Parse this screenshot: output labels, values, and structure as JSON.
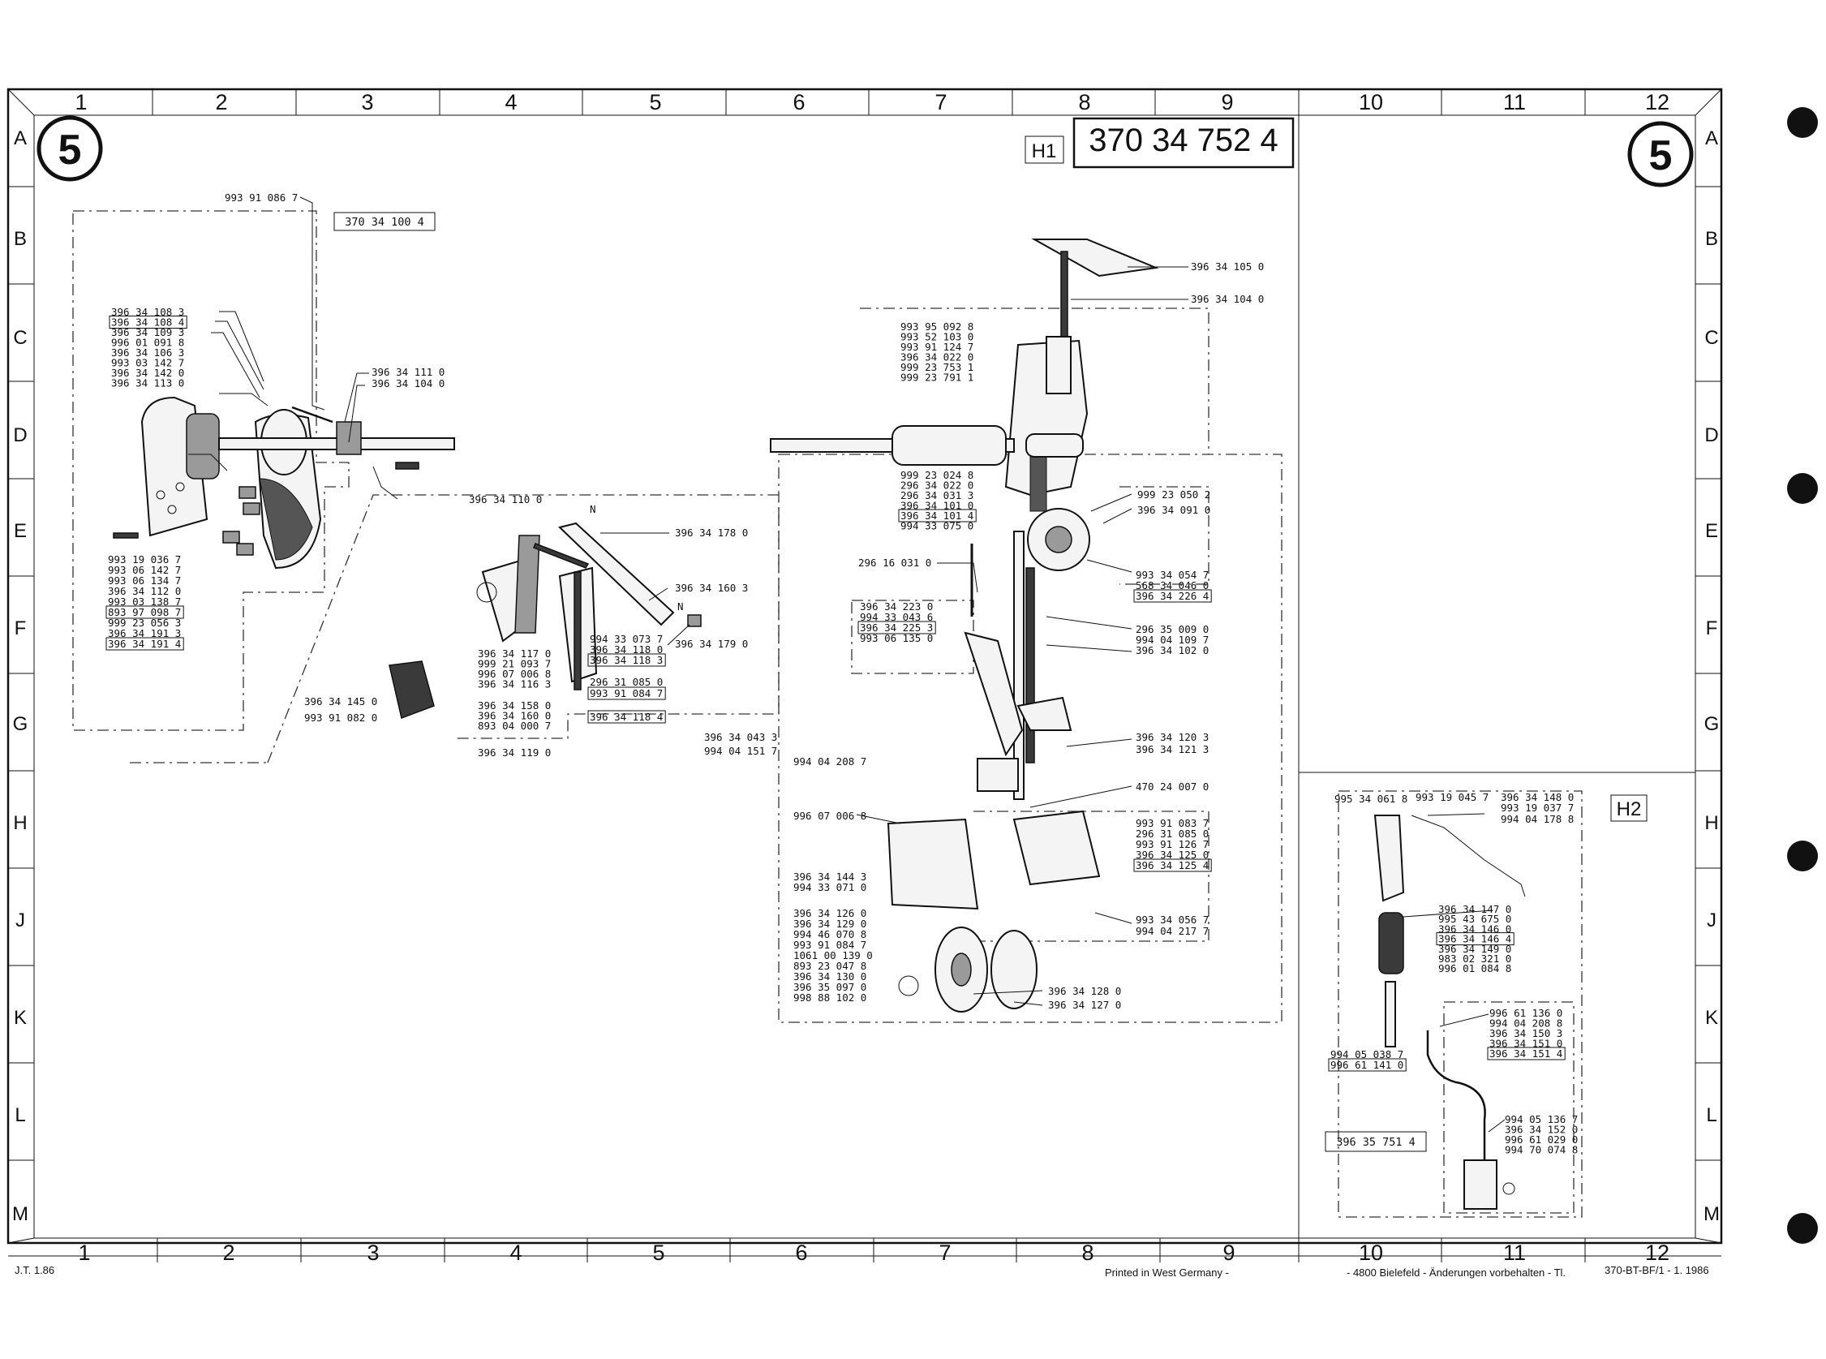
{
  "page_number": "5",
  "title_box": "370 34 752 4",
  "columns": [
    "1",
    "2",
    "3",
    "4",
    "5",
    "6",
    "7",
    "8",
    "9",
    "10",
    "11",
    "12"
  ],
  "rows": [
    "A",
    "B",
    "C",
    "D",
    "E",
    "F",
    "G",
    "H",
    "J",
    "K",
    "L",
    "M"
  ],
  "view_tags": {
    "h1": "H1",
    "h2": "H2"
  },
  "assembly_boxes": {
    "left": "370 34 100 4",
    "h2": "396 35 751 4"
  },
  "markers": {
    "n": "N"
  },
  "left_assembly": {
    "top_label": "993 91 086 7",
    "list": [
      "396 34 108 3",
      "396 34 108 4",
      "396 34 109 3",
      "996 01 091 8",
      "396 34 106 3",
      "993 03 142 7",
      "396 34 142 0",
      "396 34 113 0"
    ],
    "shaft_labels": [
      "396 34 111 0",
      "396 34 104 0"
    ],
    "bottom_list": [
      "993 19 036 7",
      "993 06 142 7",
      "993 06 134 7",
      "396 34 112 0",
      "993 03 138 7",
      "893 97 098 7",
      "999 23 056 3",
      "396 34 191 3",
      "396 34 191 4"
    ],
    "mid_label": "396 34 110 0"
  },
  "lever_assembly": {
    "right_labels": [
      "396 34 178 0",
      "396 34 160 3",
      "396 34 179 0"
    ],
    "center_list": [
      "994 33 073 7",
      "396 34 118 0",
      "396 34 118 3"
    ],
    "left_list": [
      "396 34 117 0",
      "999 21 093 7",
      "996 07 006 8",
      "396 34 116 3"
    ],
    "lower_list": [
      "396 34 158 0",
      "396 34 160 0",
      "893 04 000 7"
    ],
    "pin_labels": [
      "296 31 085 0",
      "993 91 084 7",
      "396 34 118 4"
    ],
    "block_labels": [
      "396 34 145 0",
      "993 91 082 0"
    ],
    "bottom_label": "396 34 119 0"
  },
  "right_assembly": {
    "top_right": [
      "396 34 105 0",
      "396 34 104 0"
    ],
    "collar_list": [
      "993 95 092 8",
      "993 52 103 0",
      "993 91 124 7",
      "396 34 022 0",
      "999 23 753 1",
      "999 23 791 1"
    ],
    "shaft_list": [
      "999 23 024 8",
      "296 34 022 0",
      "296 34 031 3",
      "396 34 101 0",
      "396 34 101 4",
      "994 33 075 0"
    ],
    "pulley_labels": [
      "999 23 050 2",
      "396 34 091 0"
    ],
    "spring_label": "296 16 031 0",
    "pulley_lower": [
      "993 34 054 7",
      "568 34 046 0",
      "396 34 226 4"
    ],
    "bracket_list": [
      "396 34 223 0",
      "994 33 043 6",
      "396 34 225 3",
      "993 06 135 0"
    ],
    "rod_labels": [
      "296 35 009 0",
      "994 04 109 7",
      "396 34 102 0"
    ],
    "lever_labels": [
      "396 34 120 3",
      "396 34 121 3"
    ],
    "left_labels": [
      "396 34 043 3",
      "994 04 151 7",
      "994 04 208 7"
    ],
    "rod_end": "470 24 007 0",
    "lower_left": [
      "996 07 006 8"
    ],
    "block_right": [
      "993 91 083 7",
      "296 31 085 0",
      "993 91 126 7",
      "396 34 125 0",
      "396 34 125 4"
    ],
    "block_left": [
      "396 34 144 3",
      "994 33 071 0"
    ],
    "block_bottom": [
      "993 34 056 7",
      "994 04 217 7"
    ],
    "disc_list": [
      "396 34 126 0",
      "396 34 129 0",
      "994 46 070 8",
      "993 91 084 7",
      "1061 00 139 0",
      "893 23 047 8",
      "396 34 130 0",
      "396 35 097 0",
      "998 88 102 0"
    ],
    "disc_right": [
      "396 34 128 0",
      "396 34 127 0"
    ]
  },
  "h2_assembly": {
    "top": [
      "995 34 061 8",
      "993 19 045 7",
      "396 34 148 0",
      "993 19 037 7",
      "994 04 178 8"
    ],
    "mid": [
      "396 34 147 0",
      "995 43 675 0",
      "396 34 146 0",
      "396 34 146 4",
      "396 34 149 0",
      "983 02 321 0",
      "996 01 084 8"
    ],
    "right": [
      "996 61 136 0",
      "994 04 208 8",
      "396 34 150 3",
      "396 34 151 0",
      "396 34 151 4"
    ],
    "left": [
      "994 05 038 7",
      "996 61 141 0"
    ],
    "bottom": [
      "994 05 136 7",
      "396 34 152 0",
      "996 61 029 0",
      "994 70 074 8"
    ]
  },
  "footer": {
    "left_code": "J.T. 1.86",
    "printed": "Printed in West Germany -",
    "address": "- 4800 Bielefeld - Änderungen vorbehalten - Tl.",
    "ref": "370-BT-BF/1 - 1. 1986"
  }
}
